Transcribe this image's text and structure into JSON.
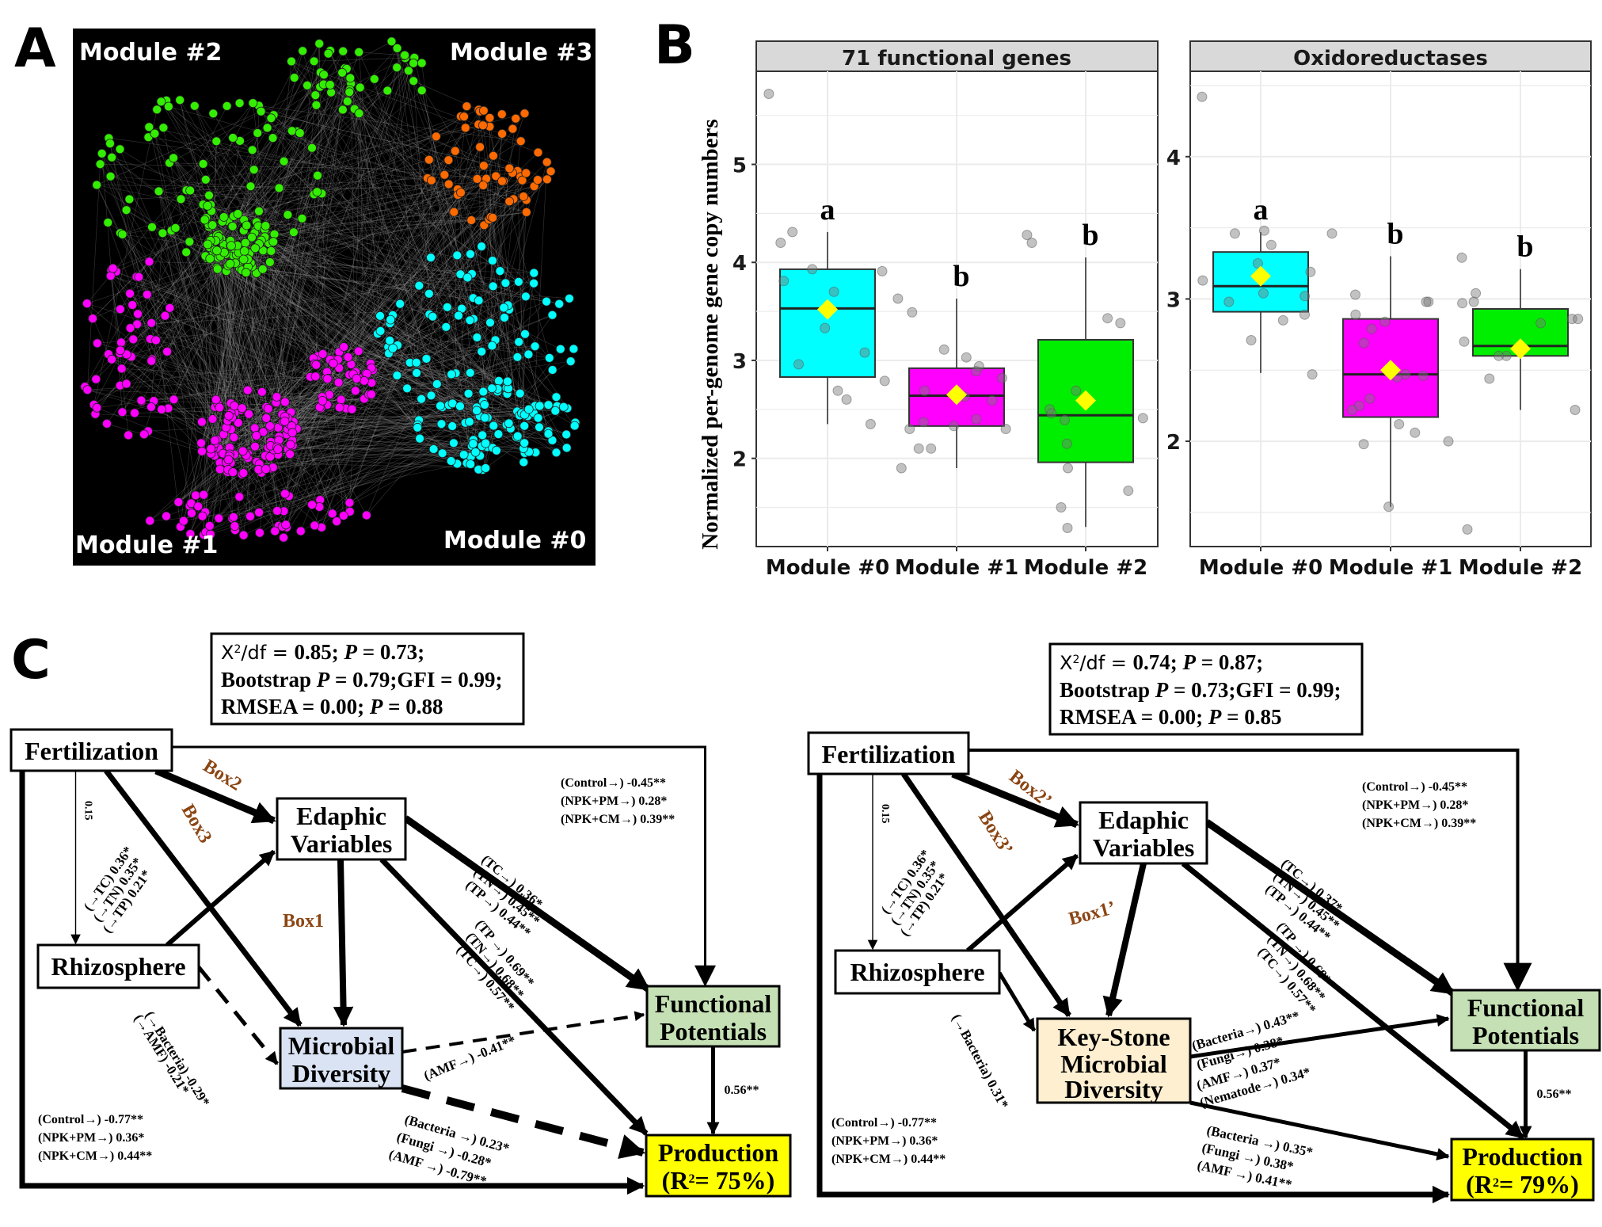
{
  "panels": {
    "a": {
      "letter": "A"
    },
    "b": {
      "letter": "B"
    },
    "c": {
      "letter": "C"
    }
  },
  "network": {
    "background": "#000000",
    "edge_color": "#9a9a9a",
    "modules": [
      {
        "label": "Module #0",
        "color": "#00ffff"
      },
      {
        "label": "Module #1",
        "color": "#ff00ff"
      },
      {
        "label": "Module #2",
        "color": "#33ee00"
      },
      {
        "label": "Module #3",
        "color": "#ff6a00"
      }
    ]
  },
  "chart_data": [
    {
      "type": "boxplot",
      "title": "71 functional genes",
      "ylabel": "Normalized per-genome gene copy numbers",
      "xlabel": "",
      "categories": [
        "Module #0",
        "Module #1",
        "Module #2"
      ],
      "colors": [
        "#00ffff",
        "#ff00ff",
        "#00ee00"
      ],
      "ylim": [
        1.1,
        5.95
      ],
      "yticks": [
        2,
        3,
        4,
        5
      ],
      "grid": true,
      "boxes": [
        {
          "min": 2.35,
          "q1": 2.83,
          "median": 3.53,
          "q3": 3.93,
          "max": 4.31,
          "mean": 3.52
        },
        {
          "min": 1.9,
          "q1": 2.33,
          "median": 2.64,
          "q3": 2.92,
          "max": 3.63,
          "mean": 2.65
        },
        {
          "min": 1.3,
          "q1": 1.96,
          "median": 2.44,
          "q3": 3.21,
          "max": 4.05,
          "mean": 2.59
        }
      ],
      "points": [
        [
          5.72,
          4.31,
          4.2,
          3.93,
          3.91,
          3.81,
          3.7,
          3.33,
          3.08,
          2.96,
          2.79,
          2.69,
          2.6,
          2.35
        ],
        [
          3.63,
          3.49,
          3.11,
          3.03,
          2.94,
          2.89,
          2.82,
          2.69,
          2.63,
          2.59,
          2.4,
          2.37,
          2.33,
          2.3,
          2.3,
          2.1,
          2.1,
          1.9
        ],
        [
          4.28,
          4.2,
          3.43,
          3.38,
          2.69,
          2.5,
          2.46,
          2.41,
          2.39,
          2.15,
          1.9,
          1.67,
          1.5,
          1.29
        ]
      ],
      "annotations": [
        "a",
        "b",
        "b"
      ]
    },
    {
      "type": "boxplot",
      "title": "Oxidoreductases",
      "ylabel": "",
      "xlabel": "",
      "categories": [
        "Module #0",
        "Module #1",
        "Module #2"
      ],
      "colors": [
        "#00ffff",
        "#ff00ff",
        "#00ee00"
      ],
      "ylim": [
        1.26,
        4.6
      ],
      "yticks": [
        2,
        3,
        4
      ],
      "grid": true,
      "boxes": [
        {
          "min": 2.48,
          "q1": 2.91,
          "median": 3.09,
          "q3": 3.33,
          "max": 3.47,
          "mean": 3.16
        },
        {
          "min": 1.54,
          "q1": 2.17,
          "median": 2.47,
          "q3": 2.86,
          "max": 3.3,
          "mean": 2.5
        },
        {
          "min": 2.22,
          "q1": 2.6,
          "median": 2.67,
          "q3": 2.93,
          "max": 3.21,
          "mean": 2.65
        }
      ],
      "points": [
        [
          4.42,
          3.46,
          3.48,
          3.38,
          3.25,
          3.19,
          3.13,
          3.04,
          3.02,
          2.98,
          2.89,
          2.85,
          2.71,
          2.47
        ],
        [
          3.46,
          3.03,
          2.98,
          2.98,
          2.89,
          2.84,
          2.79,
          2.69,
          2.47,
          2.46,
          2.45,
          2.3,
          2.25,
          2.22,
          2.12,
          2.06,
          2.0,
          1.98,
          1.54
        ],
        [
          3.29,
          3.04,
          2.98,
          2.97,
          2.86,
          2.86,
          2.83,
          2.7,
          2.6,
          2.6,
          2.44,
          2.22,
          1.38
        ]
      ],
      "annotations": [
        "a",
        "b",
        "b"
      ]
    }
  ],
  "sem_models": [
    {
      "fit_stats": {
        "line1_prefix": "X",
        "line1_sup": "2",
        "line1_mid": "/df = ",
        "line1_bold": "0.85; ",
        "p_label": "P",
        "line1_end": " = 0.73;",
        "line2_a": "Bootstrap ",
        "line2_end": " = 0.79;GFI = 0.99;",
        "line3_a": "RMSEA = 0.00; ",
        "line3_end": " = 0.88"
      },
      "nodes": {
        "fertilization": "Fertilization",
        "edaphic_1": "Edaphic",
        "edaphic_2": "Variables",
        "rhizosphere": "Rhizosphere",
        "microbial_1": "Microbial",
        "microbial_2": "Diversity",
        "functional_1": "Functional",
        "functional_2": "Potentials",
        "production_1": "Production",
        "production_2_a": "(R",
        "production_2_sup": "2",
        "production_2_b": "= 75%)"
      },
      "box_labels": {
        "box1": "Box1",
        "box2": "Box2",
        "box3": "Box3"
      },
      "path_labels": {
        "fert_rhizo": "0.15",
        "rhizo_edaphic": [
          "(→TC) 0.36*",
          "(→TN) 0.35*",
          "(→TP) 0.21*"
        ],
        "rhizo_microbial": [
          "(→Bacteria) -0.29*",
          "(→AMF) -0.21*"
        ],
        "edaphic_functional": [
          "(TC→) 0.36*",
          "(TN→) 0.45**",
          "(TP→) 0.44**"
        ],
        "edaphic_production": [
          "(TP →) 0.69**",
          "(TN→) 0.68**",
          "(TC→) 0.57**"
        ],
        "fert_functional": [
          "(Control→) -0.45**",
          "(NPK+PM→) 0.28*",
          "(NPK+CM→) 0.39**"
        ],
        "microbial_functional": [
          "(AMF→) -0.41**"
        ],
        "microbial_production": [
          "(Bacteria →) 0.23*",
          "(Fungi →) -0.28*",
          "(AMF →) -0.79**"
        ],
        "functional_production": "0.56**",
        "fert_production": [
          "(Control→) -0.77**",
          "(NPK+PM→) 0.36*",
          "(NPK+CM→) 0.44**"
        ]
      },
      "colors": {
        "microbial": "#dae3f3",
        "functional": "#c5e0b4",
        "production": "#ffff00",
        "box_label": "#8b4513"
      }
    },
    {
      "fit_stats": {
        "line1_prefix": "X",
        "line1_sup": "2",
        "line1_mid": "/df = ",
        "line1_bold": "0.74; ",
        "p_label": "P",
        "line1_end": " = 0.87;",
        "line2_a": "Bootstrap ",
        "line2_end": " = 0.73;GFI = 0.99;",
        "line3_a": "RMSEA = 0.00; ",
        "line3_end": " = 0.85"
      },
      "nodes": {
        "fertilization": "Fertilization",
        "edaphic_1": "Edaphic",
        "edaphic_2": "Variables",
        "rhizosphere": "Rhizosphere",
        "microbial_0": "Key-Stone",
        "microbial_1": "Microbial",
        "microbial_2": "Diversity",
        "functional_1": "Functional",
        "functional_2": "Potentials",
        "production_1": "Production",
        "production_2_a": "(R",
        "production_2_sup": "2",
        "production_2_b": "= 79%)"
      },
      "box_labels": {
        "box1": "Box1’",
        "box2": "Box2’",
        "box3": "Box3’"
      },
      "path_labels": {
        "fert_rhizo": "0.15",
        "rhizo_edaphic": [
          "(→TC) 0.36*",
          "(→TN) 0.35*",
          "(→TP) 0.21*"
        ],
        "rhizo_microbial": [
          "(→Bacteria) 0.31*"
        ],
        "edaphic_functional": [
          "(TC→) 0.37*",
          "(TN→) 0.45**",
          "(TP→) 0.44**"
        ],
        "edaphic_production": [
          "(TP →) 0.69**",
          "(TN→) 0.68**",
          "(TC→) 0.57**"
        ],
        "fert_functional": [
          "(Control→) -0.45**",
          "(NPK+PM→) 0.28*",
          "(NPK+CM→) 0.39**"
        ],
        "microbial_functional": [
          "(Bacteria→) 0.43**",
          "(Fungi→) 0.38*"
        ],
        "microbial_functional_b": [
          "(AMF→) 0.37*",
          "(Nematode→) 0.34*"
        ],
        "microbial_production": [
          "(Bacteria →) 0.35*",
          "(Fungi →) 0.38*",
          "(AMF →) 0.41**"
        ],
        "functional_production": "0.56**",
        "fert_production": [
          "(Control→) -0.77**",
          "(NPK+PM→) 0.36*",
          "(NPK+CM→) 0.44**"
        ]
      },
      "colors": {
        "microbial": "#fdefd0",
        "functional": "#c5e0b4",
        "production": "#ffff00",
        "box_label": "#8b4513"
      }
    }
  ]
}
